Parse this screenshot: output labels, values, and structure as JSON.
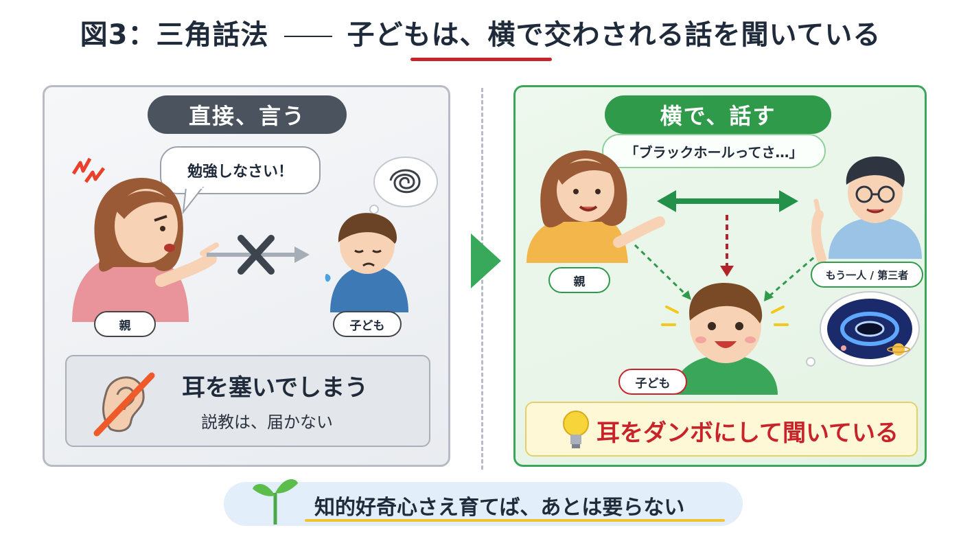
{
  "title": {
    "prefix": "図3：三角話法",
    "main": "子どもは、横で交わされる話を聞いている"
  },
  "left_panel": {
    "header": "直接、言う",
    "speech": "勉強しなさい！",
    "parent_label": "親",
    "child_label": "子ども",
    "result_title": "耳を塞いでしまう",
    "result_sub": "説教は、届かない"
  },
  "right_panel": {
    "header": "横で、話す",
    "speech": "「ブラックホールってさ…」",
    "parent_label": "親",
    "third_label": "もう一人 / 第三者",
    "child_label": "子ども",
    "result": "耳をダンボにして聞いている"
  },
  "footer": {
    "text": "知的好奇心さえ育てば、あとは要らない"
  },
  "colors": {
    "accent_red": "#c8222a",
    "accent_green": "#2e9a4a",
    "header_gray": "#4b535f"
  }
}
